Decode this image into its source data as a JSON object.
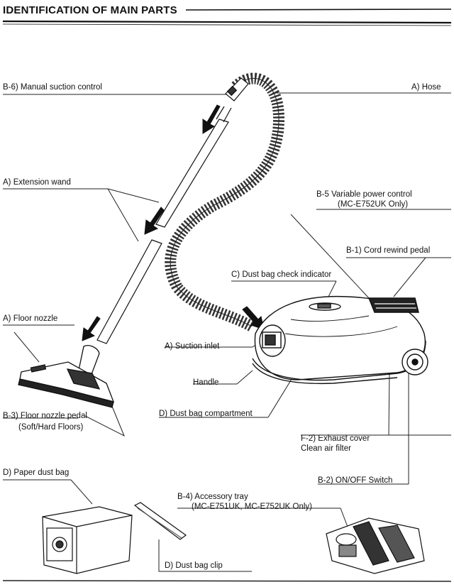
{
  "title": "IDENTIFICATION OF MAIN PARTS",
  "labels": {
    "manual_suction": "B-6) Manual suction control",
    "hose": "A) Hose",
    "extension_wand": "A) Extension wand",
    "variable_power": "B-5 Variable power control",
    "variable_power_note": "(MC-E752UK Only)",
    "cord_rewind": "B-1) Cord rewind pedal",
    "dust_check": "C) Dust bag check indicator",
    "floor_nozzle": "A) Floor nozzle",
    "suction_inlet": "A) Suction inlet",
    "handle": "Handle",
    "floor_pedal": "B-3) Floor nozzle pedal",
    "floor_pedal_note": "(Soft/Hard Floors)",
    "dust_compartment": "D) Dust bag compartment",
    "exhaust_cover": "F-2) Exhaust cover",
    "clean_air_filter": "Clean air filter",
    "paper_bag": "D) Paper dust bag",
    "on_off": "B-2) ON/OFF Switch",
    "accessory_tray": "B-4) Accessory tray",
    "accessory_tray_note": "(MC-E751UK, MC-E752UK Only)",
    "bag_clip": "D) Dust bag clip"
  }
}
